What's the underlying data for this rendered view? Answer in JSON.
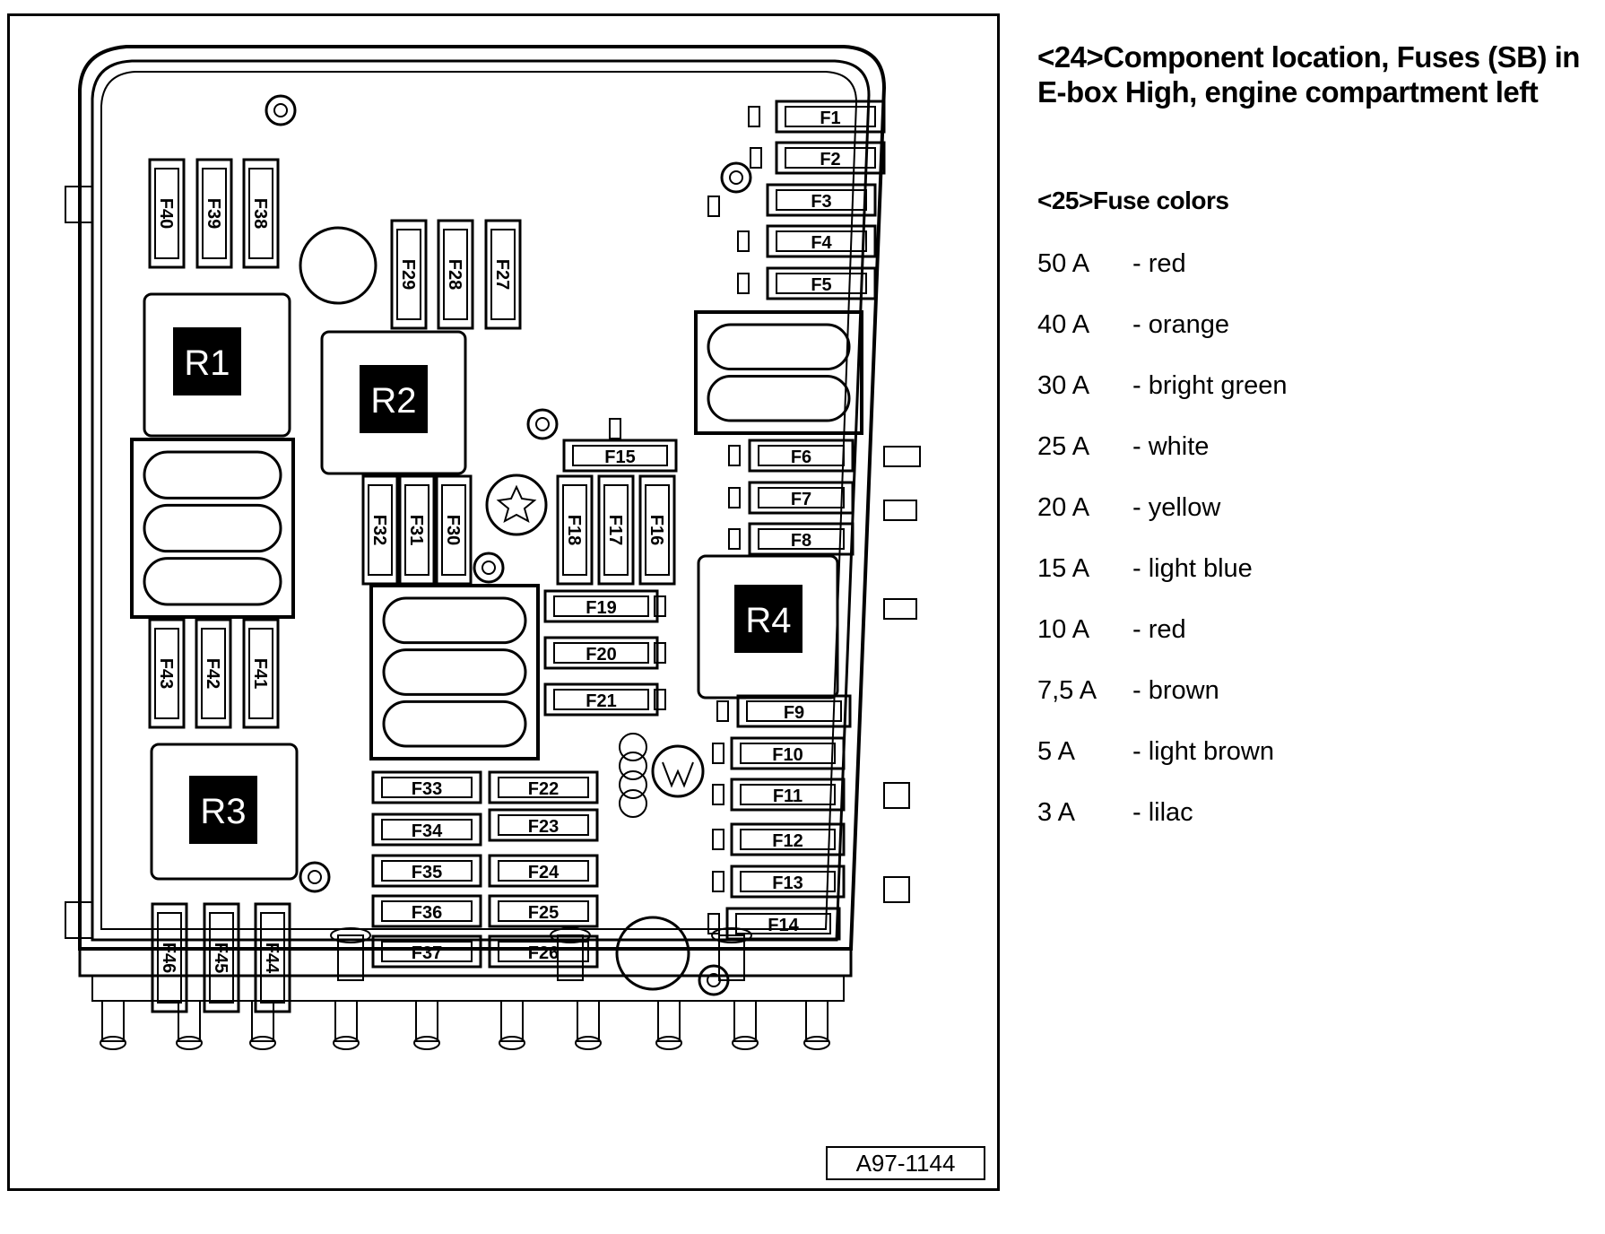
{
  "title": "<24>Component location, Fuses (SB) in E-box High, engine compartment left",
  "subtitle": "<25>Fuse colors",
  "fuse_colors": [
    {
      "amp": "50 A",
      "color": "- red"
    },
    {
      "amp": "40 A",
      "color": "- orange"
    },
    {
      "amp": "30 A",
      "color": "- bright green"
    },
    {
      "amp": "25 A",
      "color": "- white"
    },
    {
      "amp": "20 A",
      "color": "- yellow"
    },
    {
      "amp": "15 A",
      "color": "- light blue"
    },
    {
      "amp": "10 A",
      "color": "- red"
    },
    {
      "amp": "7,5 A",
      "color": "- brown"
    },
    {
      "amp": "5 A",
      "color": "- light brown"
    },
    {
      "amp": "3 A",
      "color": "- lilac"
    }
  ],
  "diagram": {
    "reference": "A97-1144",
    "relays": [
      "R1",
      "R2",
      "R3",
      "R4"
    ],
    "horizontal_fuses": [
      "F1",
      "F2",
      "F3",
      "F4",
      "F5",
      "F6",
      "F7",
      "F8",
      "F9",
      "F10",
      "F11",
      "F12",
      "F13",
      "F14",
      "F15",
      "F19",
      "F20",
      "F21",
      "F22",
      "F23",
      "F24",
      "F25",
      "F26",
      "F33",
      "F34",
      "F35",
      "F36",
      "F37"
    ],
    "vertical_fuses": [
      "F40",
      "F39",
      "F38",
      "F29",
      "F28",
      "F27",
      "F32",
      "F31",
      "F30",
      "F18",
      "F17",
      "F16",
      "F43",
      "F42",
      "F41",
      "F46",
      "F45",
      "F44"
    ]
  }
}
